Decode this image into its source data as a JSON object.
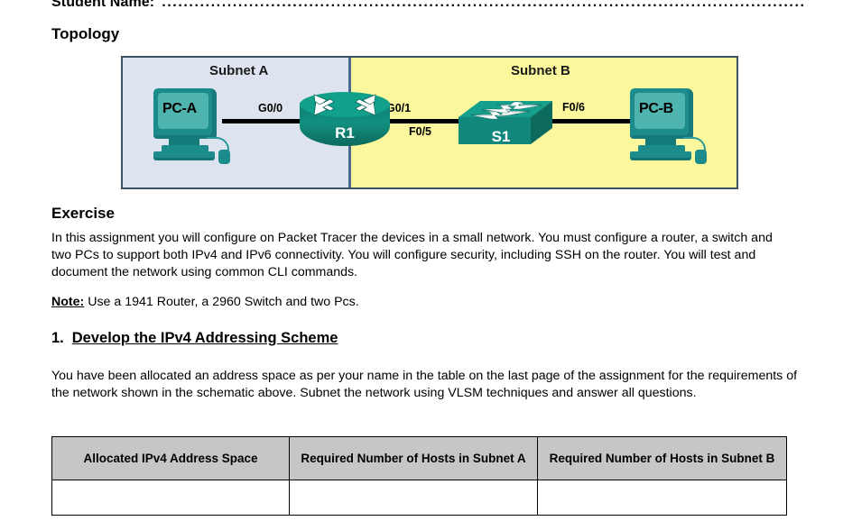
{
  "header": {
    "student_name_label": "Student Name:",
    "dots": "......................................................................................................................"
  },
  "sections": {
    "topology_heading": "Topology",
    "exercise_heading": "Exercise",
    "exercise_text": "In this assignment you will configure on Packet Tracer the devices in a small network. You must configure a router, a switch and two PCs to support both IPv4 and IPv6 connectivity. You will configure security, including SSH on the router. You will test and document the network using common CLI commands.",
    "note_label": "Note:",
    "note_text": " Use a 1941 Router, a 2960 Switch and two Pcs.",
    "section_number": "1.",
    "section_title": "Develop the IPv4 Addressing Scheme",
    "scheme_text": "You have been allocated an address space as per your name in the table on the last page of the assignment for the requirements of the network shown in the schematic above. Subnet the network using VLSM techniques and answer all questions."
  },
  "topology": {
    "subnet_a_label": "Subnet A",
    "subnet_b_label": "Subnet B",
    "devices": {
      "pc_a": "PC-A",
      "router": "R1",
      "switch": "S1",
      "pc_b": "PC-B"
    },
    "interfaces": {
      "g0_0": "G0/0",
      "g0_1": "G0/1",
      "f0_5": "F0/5",
      "f0_6": "F0/6"
    },
    "colors": {
      "subnet_a_fill": "#dee4ef",
      "subnet_b_fill": "#fbf79c",
      "border": "#3c5064",
      "divider": "#4a6a8e",
      "device_teal": "#1b8b8b",
      "router_teal": "#11907f"
    }
  },
  "table": {
    "headers": [
      "Allocated IPv4 Address Space",
      "Required Number of Hosts in Subnet A",
      "Required Number of Hosts in Subnet B"
    ],
    "rows": [
      [
        "",
        "",
        ""
      ]
    ]
  }
}
